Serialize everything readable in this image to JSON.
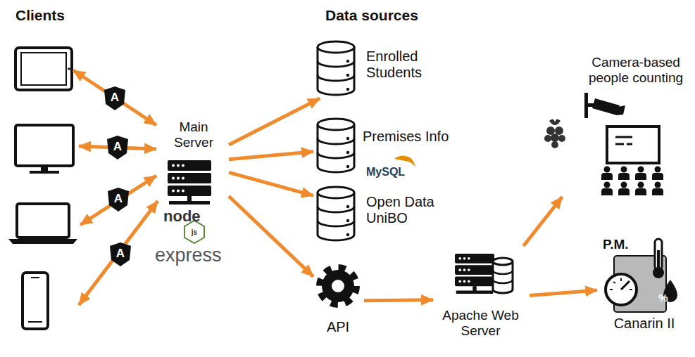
{
  "diagram": {
    "nodes": [
      {
        "text": [
          "Main Server"
        ]
      },
      {
        "text": [
          "Enrolled Students"
        ]
      },
      {
        "text": [
          "Premises Info"
        ]
      },
      {
        "text": [
          "Open Data UniBO"
        ]
      },
      {
        "text": [
          "API"
        ]
      },
      {
        "text": [
          "Apache Web Server"
        ]
      },
      {
        "text": [
          "Camera-based people counting"
        ]
      },
      {
        "text": [
          "Canarin II"
        ]
      }
    ],
    "edges": [
      {
        "from": 0,
        "to": 1,
        "arrow": "to"
      },
      {
        "from": 0,
        "to": 2,
        "arrow": "to"
      },
      {
        "from": 0,
        "to": 3,
        "arrow": "to"
      },
      {
        "from": 0,
        "to": 4,
        "arrow": "to"
      },
      {
        "from": 4,
        "to": 5,
        "arrow": "to"
      },
      {
        "from": 5,
        "to": 6,
        "arrow": "to"
      },
      {
        "from": 5,
        "to": 7,
        "arrow": "to"
      }
    ],
    "labels": [
      "Clients",
      "Data sources",
      "A",
      "A",
      "A",
      "A",
      "node",
      "js",
      "express",
      "MySQL",
      "P.M.",
      "%"
    ]
  }
}
